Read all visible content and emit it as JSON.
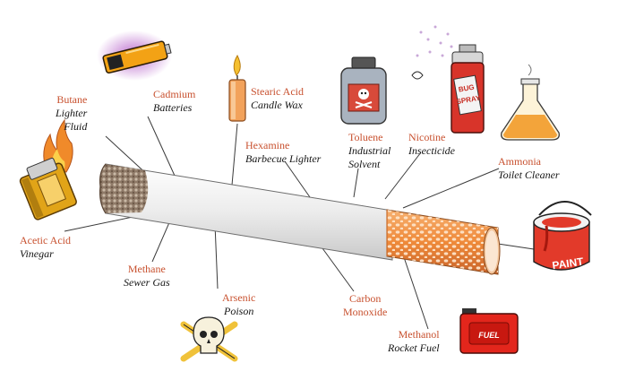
{
  "labels": {
    "butane": {
      "name": "Butane",
      "use1": "Lighter",
      "use2": "Fluid"
    },
    "cadmium": {
      "name": "Cadmium",
      "use1": "Batteries"
    },
    "stearic": {
      "name": "Stearic Acid",
      "use1": "Candle Wax"
    },
    "hexamine": {
      "name": "Hexamine",
      "use1": "Barbecue Lighter"
    },
    "toluene": {
      "name": "Toluene",
      "use1": "Industrial",
      "use2": "Solvent"
    },
    "nicotine": {
      "name": "Nicotine",
      "use1": "Insecticide"
    },
    "ammonia": {
      "name": "Ammonia",
      "use1": "Toilet Cleaner"
    },
    "acetic": {
      "name": "Acetic Acid",
      "use1": "Vinegar"
    },
    "methane": {
      "name": "Methane",
      "use1": "Sewer Gas"
    },
    "arsenic": {
      "name": "Arsenic",
      "use1": "Poison"
    },
    "carbon": {
      "name": "Carbon",
      "use1": "Monoxide"
    },
    "methanol": {
      "name": "Methanol",
      "use1": "Rocket Fuel"
    }
  },
  "product_text": {
    "paint_can": "PAINT",
    "fuel_can": "FUEL",
    "spray_can": "BUG SPRAY"
  },
  "colors": {
    "label_name": "#c8512f",
    "label_use": "#151515",
    "filter": "#f08a3c",
    "paper": "#f2f2f2",
    "ash": "#9a8a78"
  },
  "icons": [
    "lighter-icon",
    "battery-icon",
    "candle-icon",
    "toxic-bottle-icon",
    "spray-can-icon",
    "flask-icon",
    "paint-can-icon",
    "fuel-can-icon",
    "skull-crossbones-icon",
    "cigarette-icon"
  ]
}
